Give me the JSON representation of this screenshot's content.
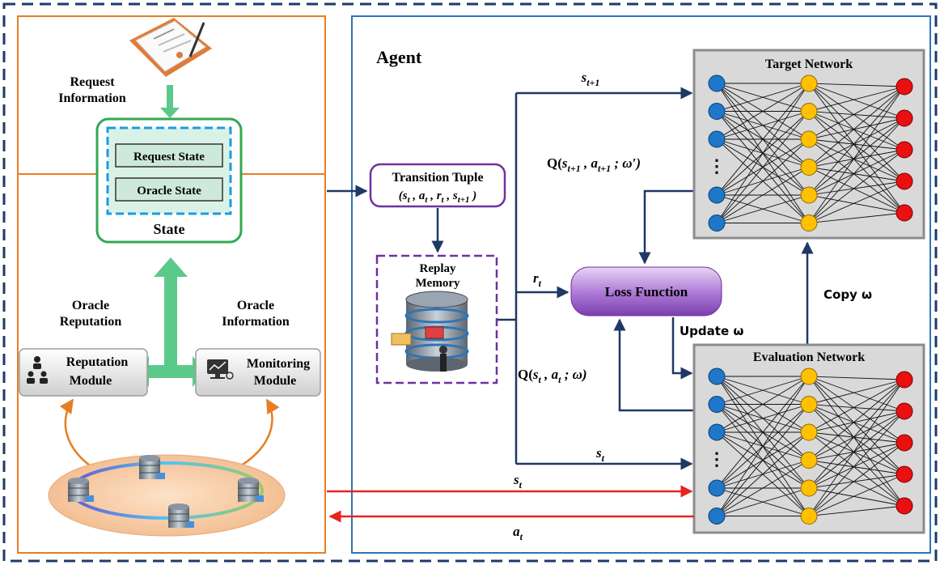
{
  "left_panel": {
    "request_information": [
      "Request",
      "Information"
    ],
    "request_state": "Request State",
    "oracle_state": "Oracle State",
    "state": "State",
    "oracle_reputation": [
      "Oracle",
      "Reputation"
    ],
    "oracle_information": [
      "Oracle",
      "Information"
    ],
    "reputation_module": [
      "Reputation",
      "Module"
    ],
    "monitoring_module": [
      "Monitoring",
      "Module"
    ]
  },
  "agent": {
    "title": "Agent",
    "transition_tuple_title": "Transition Tuple",
    "transition_tuple_value": "(s_t , a_t , r_t , s_{t+1} )",
    "replay_memory": [
      "Replay",
      "Memory"
    ],
    "loss_function": "Loss Function",
    "target_network": "Target Network",
    "evaluation_network": "Evaluation Network",
    "copy_label": "Copy ω",
    "update_label": "Update ω",
    "q_target_label": "Q(s_{t+1} , a_{t+1} ; ω′)",
    "q_eval_label": "Q(s_t , a_t ; ω)",
    "s_next_label": "s_{t+1}",
    "r_label": "r_t",
    "s_label": "s_t",
    "s_env_label": "s_t",
    "a_env_label": "a_t",
    "ellipsis": "⋮"
  },
  "colors": {
    "outer_dash": "#1f3a68",
    "left_border": "#e67e22",
    "agent_border": "#2e75b6",
    "dark_arrow": "#1f3864",
    "red_arrow": "#e8231c",
    "green": "#5bc98a",
    "purple": "#7030a0",
    "input_node": "#1f77c9",
    "hidden_node": "#ffc000",
    "output_node": "#e81010"
  }
}
